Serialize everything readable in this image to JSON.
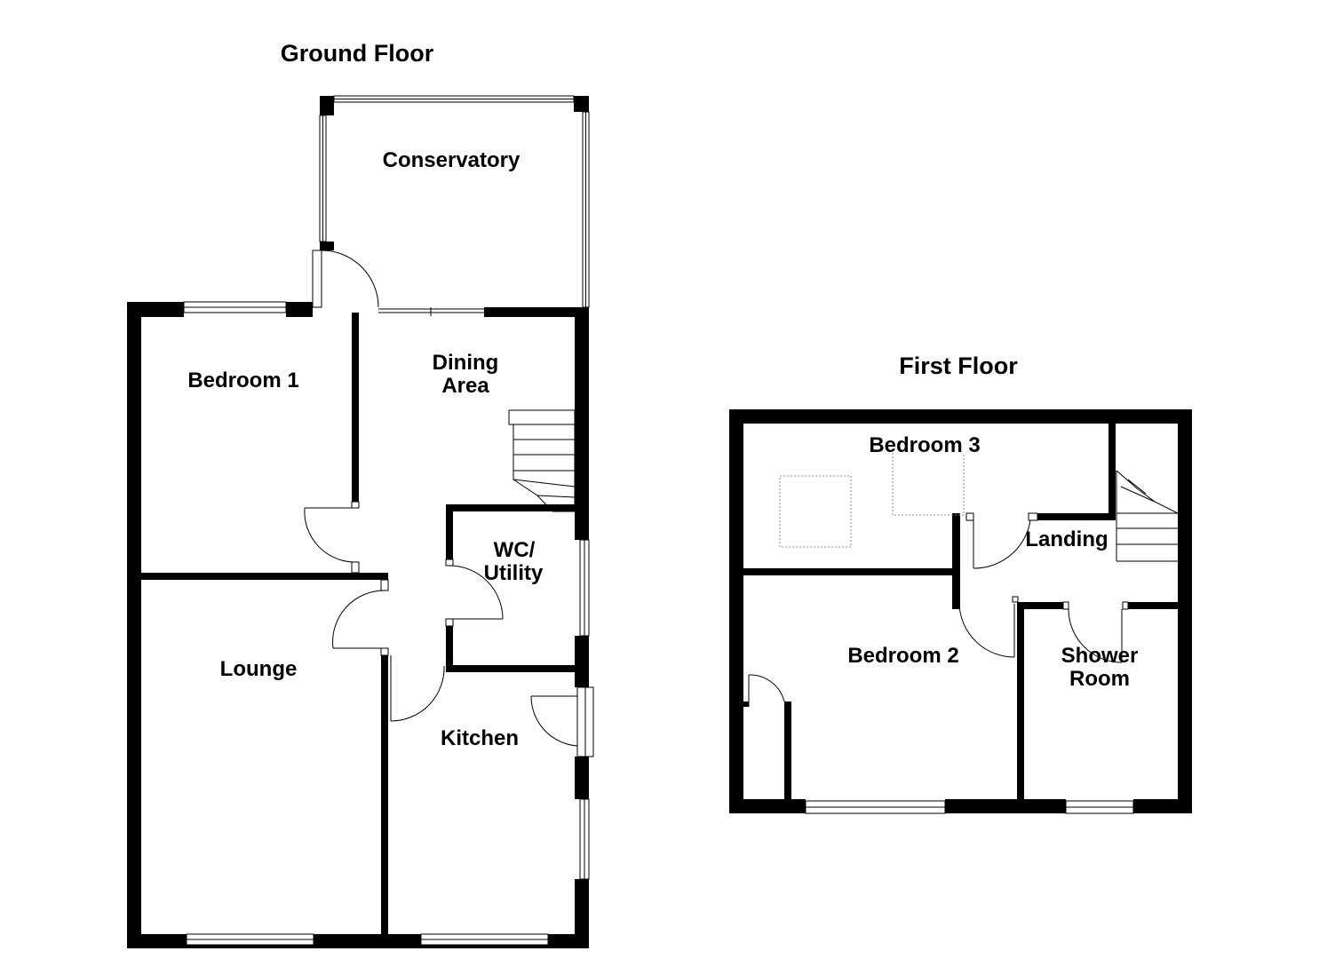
{
  "floors": [
    {
      "title": "Ground Floor",
      "rooms": [
        "Conservatory",
        "Bedroom 1",
        "Dining",
        "Area",
        "WC/",
        "Utility",
        "Lounge",
        "Kitchen"
      ]
    },
    {
      "title": "First Floor",
      "rooms": [
        "Bedroom 3",
        "Landing",
        "Bedroom 2",
        "Shower",
        "Room"
      ]
    }
  ]
}
